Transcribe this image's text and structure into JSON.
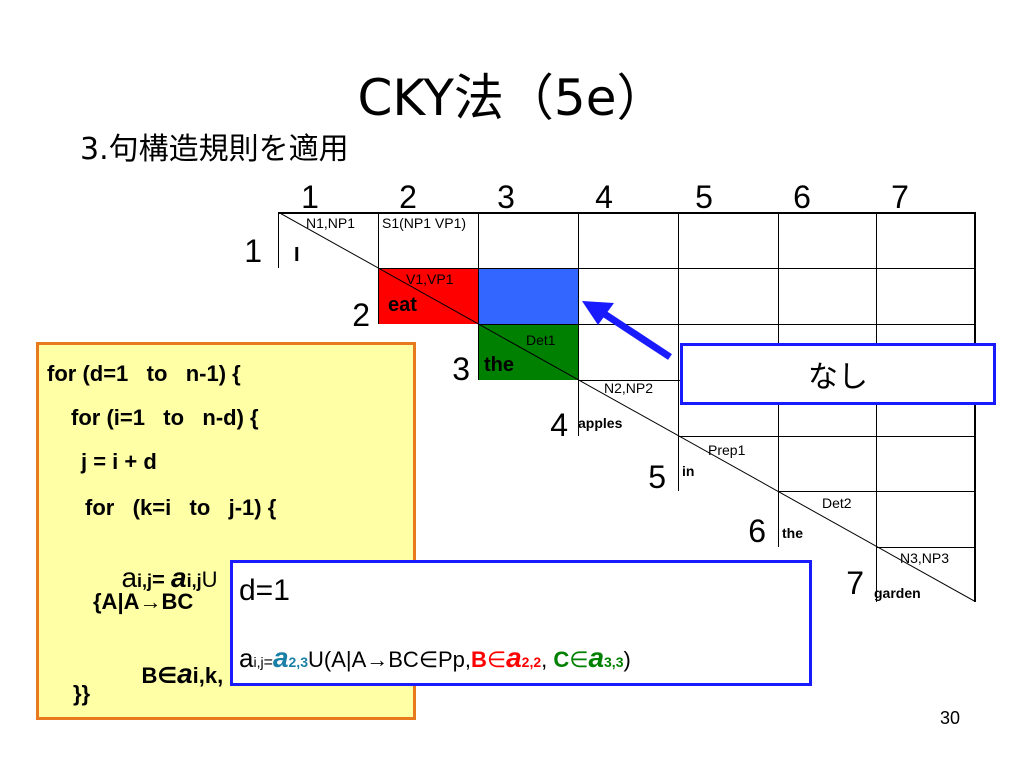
{
  "slide": {
    "title": "CKY法（5e）",
    "subtitle": "3.句構造規則を適用",
    "page_number": "30"
  },
  "grid": {
    "column_numbers": [
      "1",
      "2",
      "3",
      "4",
      "5",
      "6",
      "7"
    ],
    "row_numbers": [
      "1",
      "2",
      "3",
      "4",
      "5",
      "6",
      "7"
    ],
    "cells": {
      "c11_label": "N1,NP1",
      "c12_label": "S1(NP1 VP1)",
      "c22_label": "V1,VP1",
      "c33_label": "Det1",
      "c44_label": "N2,NP2",
      "c55_label": "Prep1",
      "c66_label": "Det2",
      "c77_label": "N3,NP3"
    },
    "words": [
      "I",
      "eat",
      "the",
      "apples",
      "in",
      "the",
      "garden"
    ],
    "highlight_colors": {
      "cell_2_2": "#ff0000",
      "cell_2_3": "#3366ff",
      "cell_3_3": "#008000"
    }
  },
  "callout": {
    "text": "なし",
    "arrow_color": "#1a1aff"
  },
  "code": {
    "line1": "for (d=1   to   n-1) {",
    "line2": "for (i=1   to   n-d) {",
    "line3": "j = i + d",
    "line4": "for   (k=i   to   j-1) {",
    "line5_a": "a",
    "line5_sub": "i,j",
    "line5_eq": "= ",
    "line5_a2": "a",
    "line5_sub2": "i,j",
    "line5_union": "U",
    "line6": "{A|A→BC",
    "line7_b": "B∈",
    "line7_a": "a",
    "line7_sub": "i,k,",
    "line8": "}}"
  },
  "d_box": {
    "line1": "d=1",
    "formula": {
      "a": "a",
      "sub_ij": "i,j",
      "eq": "=",
      "a23": "a",
      "sub23": "2,3",
      "union": "U(A|A→BC∈Pp,",
      "B": "B",
      "in1": "∈",
      "a22": "a",
      "sub22": "2,2",
      "comma": ",",
      "C": "C",
      "in2": "∈",
      "a33": "a",
      "sub33": "3,3",
      "close": ")"
    },
    "colors": {
      "teal": "#1a7fa6",
      "red": "#ff0000",
      "green": "#008000"
    }
  }
}
